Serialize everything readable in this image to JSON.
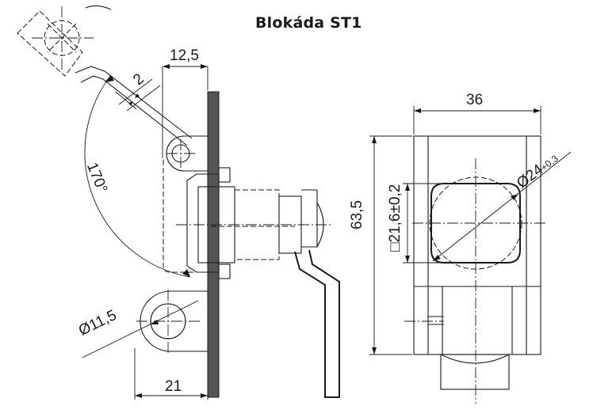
{
  "title": "Blokáda ST1",
  "dimensions": {
    "width_top": "12,5",
    "thickness": "2",
    "angle": "170°",
    "hole_dia": "Ø11,5",
    "base_width": "21",
    "width_right": "36",
    "height": "63,5",
    "square": "□21,6±0,2",
    "circle_main": "Ø24",
    "circle_tol": "+0,3"
  }
}
